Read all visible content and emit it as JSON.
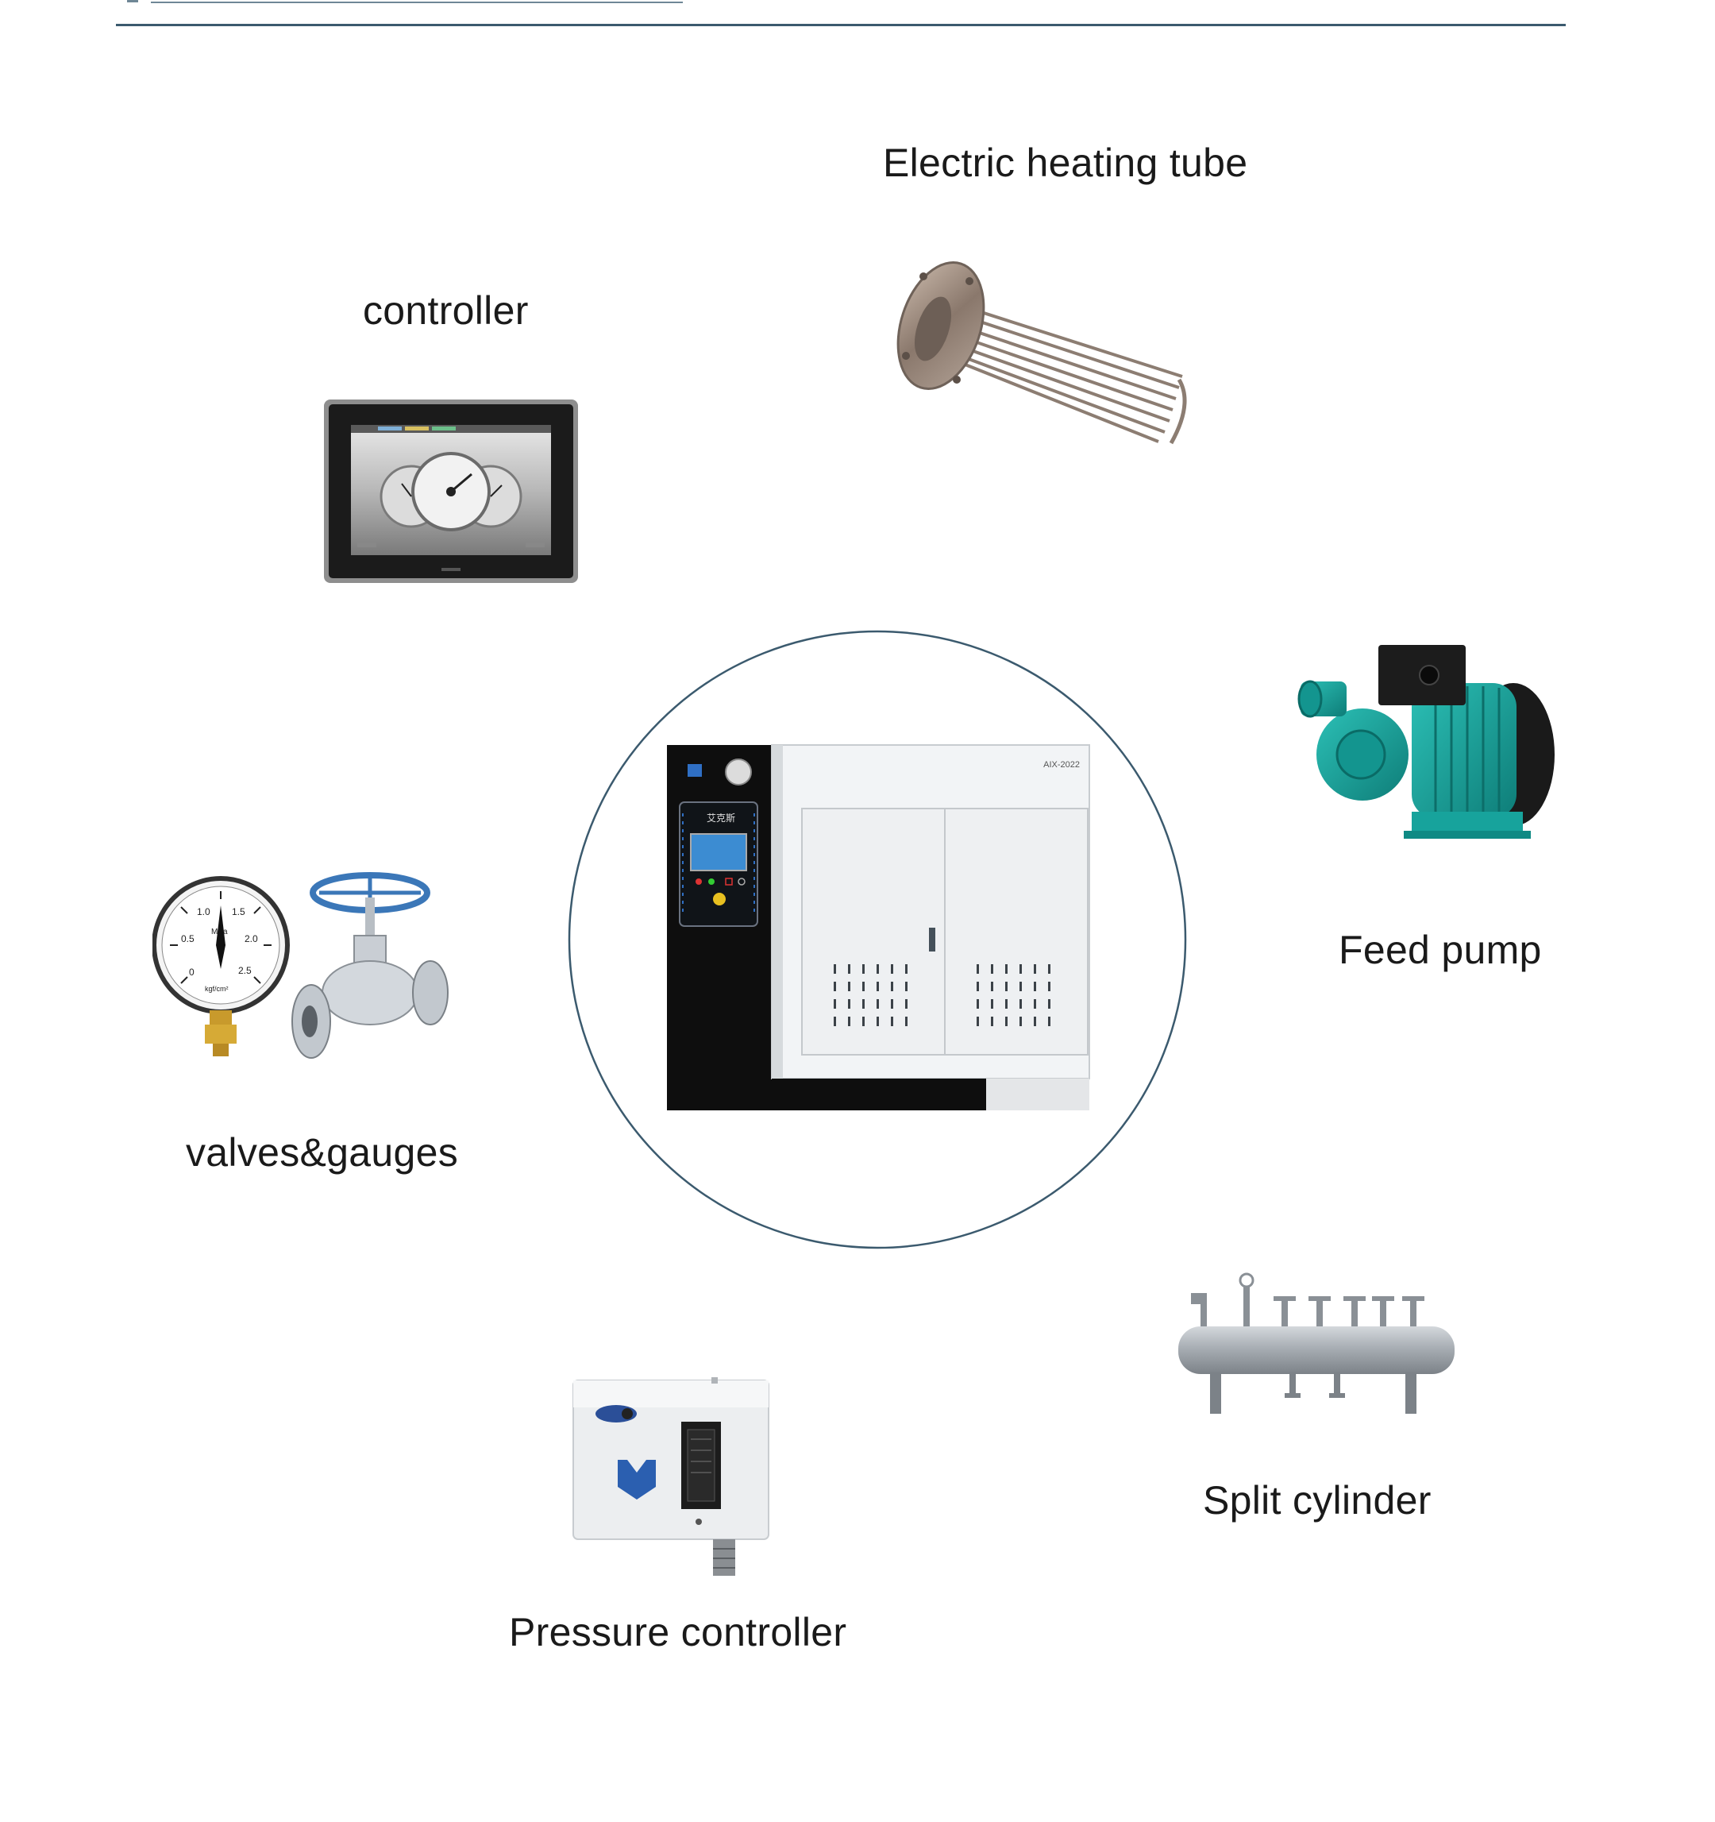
{
  "labels": {
    "electric_heating_tube": "Electric heating tube",
    "controller": "controller",
    "feed_pump": "Feed pump",
    "valves_gauges": "valves&gauges",
    "split_cylinder": "Split cylinder",
    "pressure_controller": "Pressure controller"
  },
  "boiler": {
    "model": "AIX-2022",
    "brand": "艾克斯"
  },
  "gauge": {
    "unit": "MPa",
    "ticks": [
      "0",
      "0.5",
      "1.0",
      "1.5",
      "2.0",
      "2.5"
    ],
    "sub_unit": "kgf/cm²"
  },
  "colors": {
    "accent_line": "#3b5a6e",
    "pump_body": "#17a39c",
    "valve_wheel": "#3b77b8",
    "boiler_black": "#0e0e0e",
    "boiler_panel": "#f2f4f6"
  }
}
